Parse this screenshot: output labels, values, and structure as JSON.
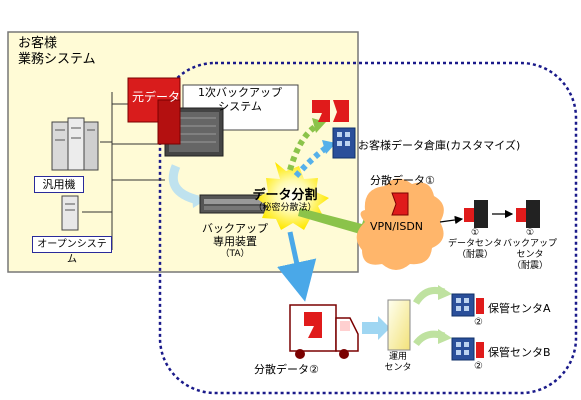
{
  "customer_system": {
    "line1": "お客様",
    "line2": "業務システム"
  },
  "servers": {
    "mainframe_label": "汎用機",
    "open_label": "オープンシステム"
  },
  "source": {
    "original_data": "元データ",
    "primary_backup_line1": "1次バックアップ",
    "primary_backup_line2": "システム"
  },
  "appliance": {
    "line1": "バックアップ",
    "line2": "専用装置",
    "line3": "（TA）"
  },
  "split": {
    "title": "データ分割",
    "subtitle": "（秘密分散法）"
  },
  "warehouse": {
    "label": "お客様データ倉庫(カスタマイズ)"
  },
  "share1": {
    "label": "分散データ①",
    "network": "VPN/ISDN"
  },
  "datacenter": {
    "line1": "データセンタ",
    "line2": "（耐震）",
    "badge": "①"
  },
  "backup_center": {
    "line1": "バックアップ",
    "line2": "センタ",
    "line3": "（耐震）",
    "badge": "①"
  },
  "share2": {
    "label": "分散データ②"
  },
  "operation_center": {
    "line1": "運用",
    "line2": "センタ"
  },
  "storage": {
    "a_label": "保管センタA",
    "b_label": "保管センタB",
    "badge": "②"
  },
  "colors": {
    "customer_bg": "#fffbd6",
    "red": "#e01b1b",
    "navy": "#1a1a8a",
    "green": "#8bc34a",
    "blue": "#4aa8e8",
    "cloud": "#ffb66b"
  }
}
